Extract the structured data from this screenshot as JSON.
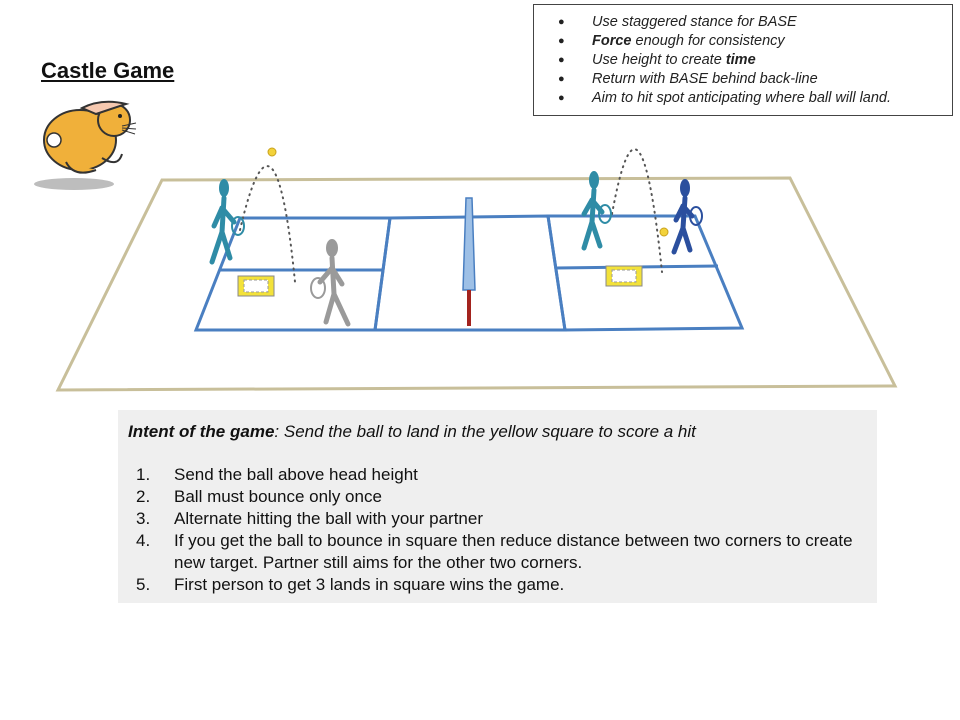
{
  "title": "Castle Game",
  "tips": [
    {
      "pre": "Use staggered stance for BASE",
      "bold": "",
      "post": ""
    },
    {
      "pre": "",
      "bold": "Force",
      "post": " enough for consistency"
    },
    {
      "pre": "Use height to create ",
      "bold": "time",
      "post": ""
    },
    {
      "pre": "Return with BASE behind back-line",
      "bold": "",
      "post": ""
    },
    {
      "pre": "Aim to hit spot anticipating where ball will land.",
      "bold": "",
      "post": ""
    }
  ],
  "intent": {
    "label": "Intent of the game",
    "text": ": Send the ball to land in the yellow square to score a hit"
  },
  "rules": [
    {
      "num": "1.",
      "text": "Send the ball above head height"
    },
    {
      "num": "2.",
      "text": "Ball must bounce only once"
    },
    {
      "num": "3.",
      "text": "Alternate hitting the ball with your partner"
    },
    {
      "num": "4.",
      "text": "If you get the ball to bounce in square then reduce distance between two corners to create new target.  Partner still aims for the other two corners."
    },
    {
      "num": "5.",
      "text": "First person to get 3 lands in square wins the game."
    }
  ],
  "colors": {
    "court_line": "#4a7fc1",
    "outer_line": "#c8bf9a",
    "target": "#f3e23a",
    "net_post": "#a3231e",
    "player_teal": "#2f8ca6",
    "player_blue": "#2b4f9e",
    "player_grey": "#9a9a9a",
    "rabbit": "#f0b03a"
  },
  "icons": [
    "rabbit-icon",
    "player-icon",
    "racket-icon",
    "ball-icon",
    "target-square-icon"
  ]
}
